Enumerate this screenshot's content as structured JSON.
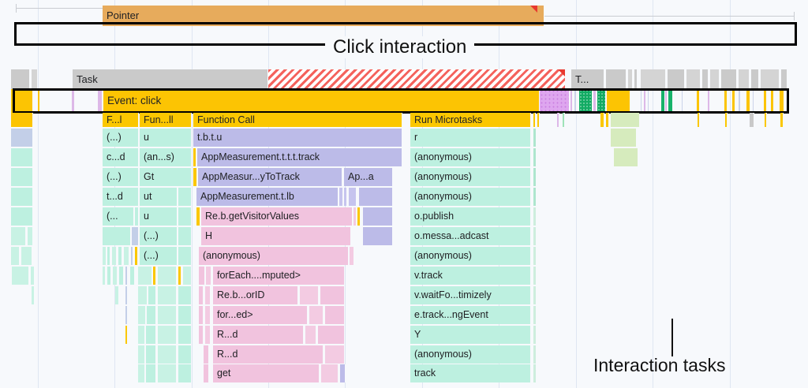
{
  "app": {
    "title": "Chrome DevTools Performance flame chart — click interaction"
  },
  "annotations": {
    "click_interaction": "Click interaction",
    "interaction_tasks": "Interaction tasks"
  },
  "tracks": {
    "interactions": {
      "label": "Pointer",
      "color": "#e7ab5c",
      "has_long_interaction_marker": true
    },
    "main": {
      "task_label": "Task",
      "task_label_2": "T...",
      "task_color": "#cacaca",
      "long_task_stripe_color": "#f4625c"
    }
  },
  "flame": {
    "rows": [
      {
        "depth": 0,
        "name": "event-row",
        "blocks": [
          {
            "label": "Event: click",
            "color": "#fcc403"
          }
        ]
      },
      {
        "depth": 1,
        "name": "function-call-row",
        "blocks": [
          {
            "label": "F...l",
            "color": "#fcc403"
          },
          {
            "label": "Fun...ll",
            "color": "#fcc403"
          },
          {
            "label": "Function Call",
            "color": "#fcc403"
          },
          {
            "label": "Run Microtasks",
            "color": "#fcc403"
          }
        ]
      },
      {
        "depth": 2,
        "blocks": [
          {
            "label": "(...)",
            "color": "#bdf0e0"
          },
          {
            "label": "u",
            "color": "#bdf0e0"
          },
          {
            "label": "t.b.t.u",
            "color": "#bcbbe8"
          },
          {
            "label": "r",
            "color": "#bdf0e0"
          }
        ]
      },
      {
        "depth": 3,
        "blocks": [
          {
            "label": "c...d",
            "color": "#bdf0e0"
          },
          {
            "label": "(an...s)",
            "color": "#bdf0e0"
          },
          {
            "label": "AppMeasurement.t.t.t.track",
            "color": "#bcbbe8"
          },
          {
            "label": "(anonymous)",
            "color": "#bdf0e0"
          }
        ]
      },
      {
        "depth": 4,
        "blocks": [
          {
            "label": "(...)",
            "color": "#bdf0e0"
          },
          {
            "label": "Gt",
            "color": "#bdf0e0"
          },
          {
            "label": "AppMeasur...yToTrack",
            "color": "#bcbbe8"
          },
          {
            "label": "Ap...a",
            "color": "#bcbbe8"
          },
          {
            "label": "(anonymous)",
            "color": "#bdf0e0"
          }
        ]
      },
      {
        "depth": 5,
        "blocks": [
          {
            "label": "t...d",
            "color": "#bdf0e0"
          },
          {
            "label": "ut",
            "color": "#bdf0e0"
          },
          {
            "label": "AppMeasurement.t.lb",
            "color": "#bcbbe8"
          },
          {
            "label": "(anonymous)",
            "color": "#bdf0e0"
          }
        ]
      },
      {
        "depth": 6,
        "blocks": [
          {
            "label": "(...",
            "color": "#bdf0e0"
          },
          {
            "label": "u",
            "color": "#bdf0e0"
          },
          {
            "label": "Re.b.getVisitorValues",
            "color": "#f1c3de"
          },
          {
            "label": "o.publish",
            "color": "#bdf0e0"
          }
        ]
      },
      {
        "depth": 7,
        "blocks": [
          {
            "label": "(...)",
            "color": "#bdf0e0"
          },
          {
            "label": "H",
            "color": "#f1c3de"
          },
          {
            "label": "o.messa...adcast",
            "color": "#bdf0e0"
          }
        ]
      },
      {
        "depth": 8,
        "blocks": [
          {
            "label": "(...)",
            "color": "#bdf0e0"
          },
          {
            "label": "(anonymous)",
            "color": "#f1c3de"
          },
          {
            "label": "(anonymous)",
            "color": "#bdf0e0"
          }
        ]
      },
      {
        "depth": 9,
        "blocks": [
          {
            "label": "forEach....mputed>",
            "color": "#f1c3de"
          },
          {
            "label": "v.track",
            "color": "#bdf0e0"
          }
        ]
      },
      {
        "depth": 10,
        "blocks": [
          {
            "label": "Re.b...orID",
            "color": "#f1c3de"
          },
          {
            "label": "v.waitFo...timizely",
            "color": "#bdf0e0"
          }
        ]
      },
      {
        "depth": 11,
        "blocks": [
          {
            "label": "for...ed>",
            "color": "#f1c3de"
          },
          {
            "label": "e.track...ngEvent",
            "color": "#bdf0e0"
          }
        ]
      },
      {
        "depth": 12,
        "blocks": [
          {
            "label": "R...d",
            "color": "#f1c3de"
          },
          {
            "label": "Y",
            "color": "#bdf0e0"
          }
        ]
      },
      {
        "depth": 13,
        "blocks": [
          {
            "label": "R...d",
            "color": "#f1c3de"
          },
          {
            "label": "(anonymous)",
            "color": "#bdf0e0"
          }
        ]
      },
      {
        "depth": 14,
        "blocks": [
          {
            "label": "get",
            "color": "#f1c3de"
          },
          {
            "label": "track",
            "color": "#bdf0e0"
          }
        ]
      }
    ]
  },
  "labels": {
    "pointer": "Pointer",
    "task": "Task",
    "task_short": "T...",
    "event_click": "Event: click",
    "fc1": "F...l",
    "fc2": "Fun...ll",
    "fc3": "Function Call",
    "run_microtasks": "Run Microtasks",
    "r_a1": "(...)",
    "r_a2": "u",
    "r_a3": "t.b.t.u",
    "r_a4": "r",
    "r_b1": "c...d",
    "r_b2": "(an...s)",
    "r_b3": "AppMeasurement.t.t.t.track",
    "r_b4": "(anonymous)",
    "r_c1": "(...)",
    "r_c2": "Gt",
    "r_c3": "AppMeasur...yToTrack",
    "r_c3b": "Ap...a",
    "r_c4": "(anonymous)",
    "r_d1": "t...d",
    "r_d2": "ut",
    "r_d3": "AppMeasurement.t.lb",
    "r_d4": "(anonymous)",
    "r_e1": "(...",
    "r_e2": "u",
    "r_e3": "Re.b.getVisitorValues",
    "r_e4": "o.publish",
    "r_f2": "(...)",
    "r_f3": "H",
    "r_f4": "o.messa...adcast",
    "r_g2": "(...)",
    "r_g3": "(anonymous)",
    "r_g4": "(anonymous)",
    "r_h3": "forEach....mputed>",
    "r_h4": "v.track",
    "r_i3": "Re.b...orID",
    "r_i4": "v.waitFo...timizely",
    "r_j3": "for...ed>",
    "r_j4": "e.track...ngEvent",
    "r_k3": "R...d",
    "r_k4": "Y",
    "r_l3": "R...d",
    "r_l4": "(anonymous)",
    "r_m3": "get",
    "r_m4": "track"
  },
  "colors": {
    "background": "#f7f9fc",
    "grid": "#dfe6f2",
    "pointer": "#e7ab5c",
    "task_grey": "#cacaca",
    "long_task_red": "#f4625c",
    "event_yellow": "#fcc403",
    "script_lavender": "#bcbbe8",
    "paint_pink": "#f1c3de",
    "js_mint": "#bdf0e0",
    "gpu_green": "#17b26a",
    "purple_block": "#dea6ef",
    "light_green": "#d6ebbd",
    "annotation_black": "#111111"
  }
}
